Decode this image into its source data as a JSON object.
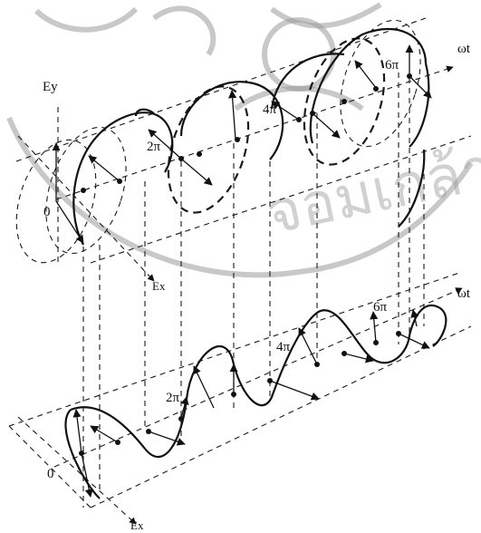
{
  "diagram": {
    "top_axis_label": "ωt",
    "bottom_axis_label": "ωt",
    "origin_label_top": "0",
    "origin_label_bottom": "0",
    "ey_label": "Ey",
    "ex_label_top": "Ex",
    "ex_label_bottom": "Ex",
    "phase_labels_top": [
      "2π",
      "4π",
      "6π"
    ],
    "phase_labels_bottom": [
      "2π",
      "4π",
      "6π"
    ],
    "watermark_text": "จอมเกล้าเจ้าคุณ"
  }
}
